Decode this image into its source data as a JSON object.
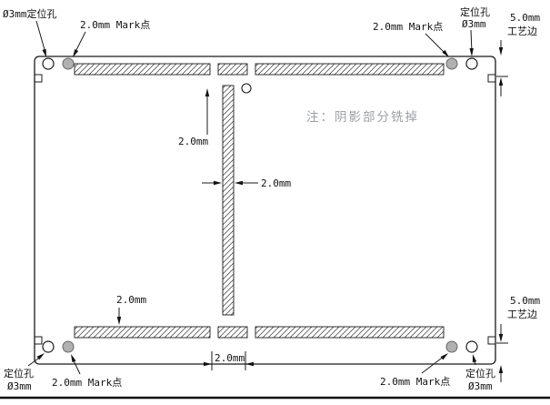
{
  "note": "注：阴影部分铣掉",
  "callouts": {
    "top_left_hole": "Ø3mm定位孔",
    "top_left_mark": "2.0mm Mark点",
    "top_right_mark": "2.0mm Mark点",
    "top_right_hole": {
      "line1": "定位孔",
      "line2": "Ø3mm"
    },
    "top_right_rail": {
      "line1": "5.0mm",
      "line2": "工艺边"
    },
    "bottom_left_hole": {
      "line1": "定位孔",
      "line2": "Ø3mm"
    },
    "bottom_left_mark": "2.0mm Mark点",
    "bottom_right_mark": "2.0mm Mark点",
    "bottom_right_hole": {
      "line1": "定位孔",
      "line2": "Ø3mm"
    },
    "bottom_right_rail": {
      "line1": "5.0mm",
      "line2": "工艺边"
    }
  },
  "dimensions": {
    "top_slot_width": "2.0mm",
    "center_slot_width": "2.0mm",
    "bottom_slot_width": "2.0mm",
    "center_slot_bottom_width": "2.0mm"
  },
  "colors": {
    "line": "#1a1a1a",
    "hatch": "#333333",
    "mark_point_fill": "#b0b0b0",
    "note_text": "#9aa0a6",
    "background": "#ffffff"
  }
}
